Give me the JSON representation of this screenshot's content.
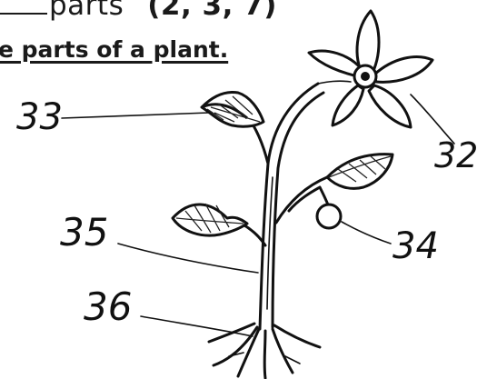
{
  "worksheet": {
    "header_word": "parts",
    "header_numbers": "(2, 3, 7)",
    "instruction": "e parts of a plant."
  },
  "diagram": {
    "labels": [
      {
        "id": "leaf-upper",
        "number": "33"
      },
      {
        "id": "flower",
        "number": "32"
      },
      {
        "id": "fruit",
        "number": "34"
      },
      {
        "id": "stem",
        "number": "35"
      },
      {
        "id": "root",
        "number": "36"
      }
    ]
  }
}
